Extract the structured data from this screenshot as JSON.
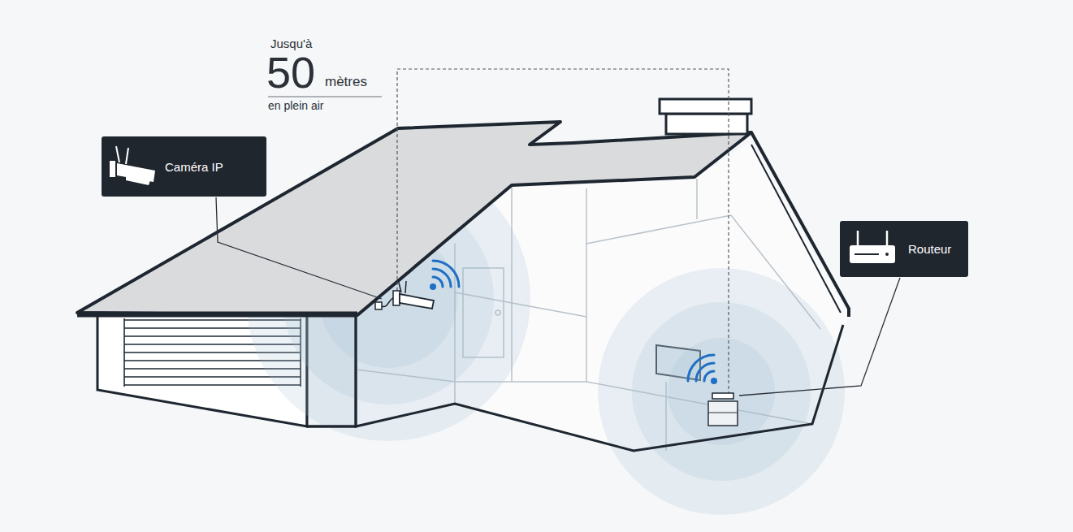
{
  "diagram": {
    "nodes": [
      {
        "text": [
          "Caméra IP"
        ]
      },
      {
        "text": [
          "Routeur"
        ]
      }
    ],
    "labels": [
      "Jusqu'à",
      "50",
      "mètres",
      "en plein air"
    ]
  }
}
